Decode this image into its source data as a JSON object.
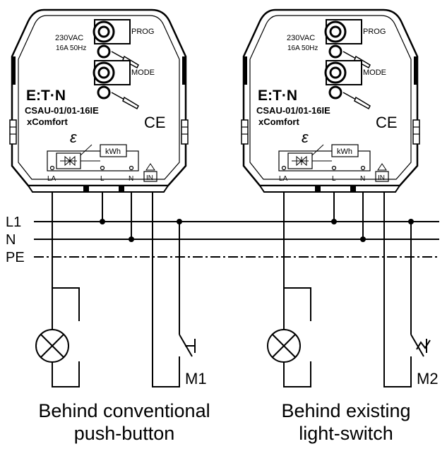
{
  "bus_lines": {
    "l1": "L1",
    "n": "N",
    "pe": "PE"
  },
  "devices": [
    {
      "voltage": "230VAC",
      "rating": "16A 50Hz",
      "prog_label": "PROG",
      "mode_label": "MODE",
      "brand": "E:T·N",
      "model": "CSAU-01/01-16IE",
      "series": "xComfort",
      "ce_mark": "CE",
      "kwh_label": "kWh",
      "energy_symbol": "ε",
      "term_la": "LA",
      "term_l": "L",
      "term_n": "N",
      "term_in": "IN",
      "switch_label": "M1",
      "caption": [
        "Behind conventional",
        "push-button"
      ]
    },
    {
      "voltage": "230VAC",
      "rating": "16A 50Hz",
      "prog_label": "PROG",
      "mode_label": "MODE",
      "brand": "E:T·N",
      "model": "CSAU-01/01-16IE",
      "series": "xComfort",
      "ce_mark": "CE",
      "kwh_label": "kWh",
      "energy_symbol": "ε",
      "term_la": "LA",
      "term_l": "L",
      "term_n": "N",
      "term_in": "IN",
      "switch_label": "M2",
      "caption": [
        "Behind existing",
        "light-switch"
      ]
    }
  ]
}
